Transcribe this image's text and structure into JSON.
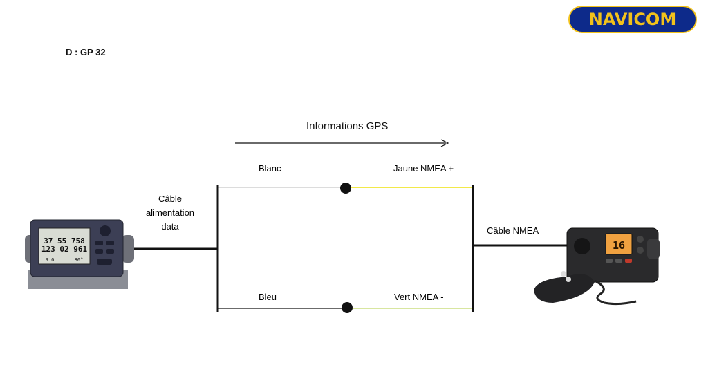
{
  "header": {
    "title": "D : GP 32",
    "logo_text": "NAVICOM"
  },
  "diagram": {
    "flow_label": "Informations GPS",
    "left_cable_lines": [
      "Câble",
      "alimentation",
      "data"
    ],
    "right_cable_label": "Câble NMEA",
    "top_wire_left_label": "Blanc",
    "top_wire_right_label": "Jaune NMEA +",
    "bottom_wire_left_label": "Bleu",
    "bottom_wire_right_label": "Vert NMEA -"
  },
  "colors": {
    "wire_white": "#dcdcdc",
    "wire_yellow": "#f2e94a",
    "wire_blue": "#3a3a3a",
    "wire_green": "#d8e6a0",
    "logo_bg": "#0d2a8a",
    "logo_fg": "#f2c21b"
  },
  "devices": {
    "gps_screen_lines": [
      "37 55 758",
      "123 02 961"
    ],
    "gps_small_text": "9.0",
    "gps_course": "80°",
    "radio_channel": "16"
  }
}
